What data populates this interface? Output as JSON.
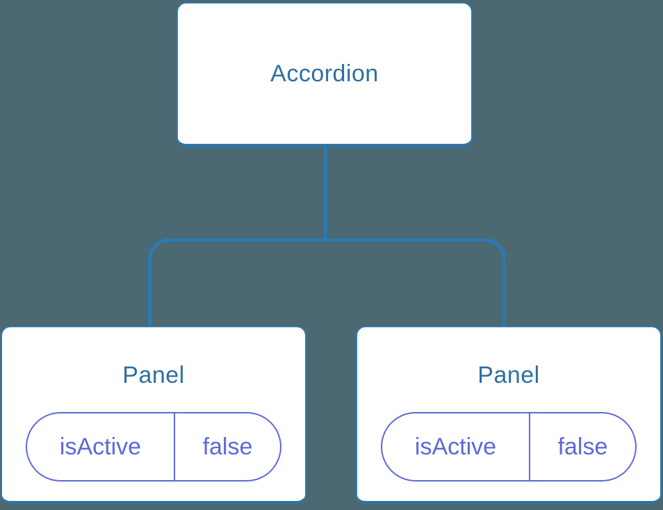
{
  "diagram": {
    "root_label": "Accordion",
    "panels": [
      {
        "title": "Panel",
        "state_key": "isActive",
        "state_value": "false"
      },
      {
        "title": "Panel",
        "state_key": "isActive",
        "state_value": "false"
      }
    ],
    "colors": {
      "background": "#4C6872",
      "connector": "#2B7AB1",
      "node_border": "#2F7CB0",
      "node_bottom_border": "#31739F",
      "node_fill": "#FFFFFF",
      "node_text": "#2E6F9F",
      "state_accent": "#5E68D9"
    }
  }
}
